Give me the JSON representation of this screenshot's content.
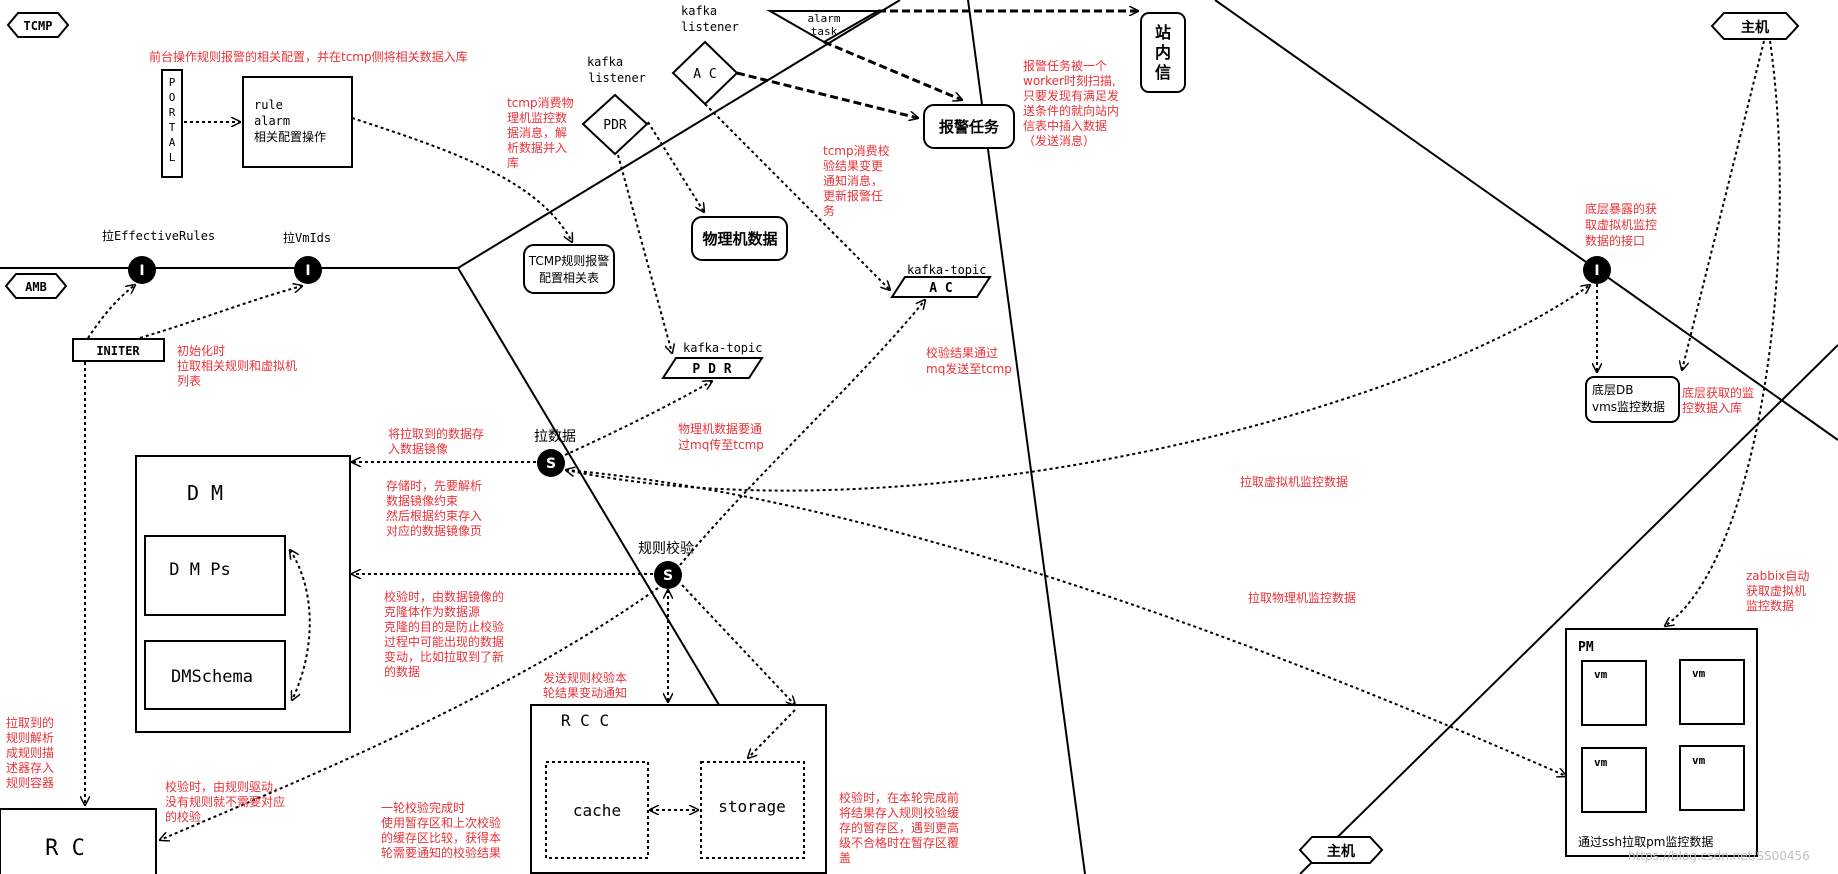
{
  "labels": {
    "tcmp": "TCMP",
    "amb": "AMB",
    "host_top": "主机",
    "host_bottom": "主机",
    "portal": "PORTAL",
    "rule_box": [
      "rule",
      "alarm",
      "相关配置操作"
    ],
    "kafka_listener_pdr": [
      "kafka",
      "listener"
    ],
    "kafka_listener_ac": [
      "kafka",
      "listener"
    ],
    "pdr": "PDR",
    "ac": "A C",
    "alarm_task": [
      "alarm",
      "task"
    ],
    "zhanneixin": [
      "站",
      "内",
      "信"
    ],
    "baojing_renwu": "报警任务",
    "wuliji_shuju": "物理机数据",
    "tcmp_rule_table": [
      "TCMP规则报警",
      "配置相关表"
    ],
    "la_effective_rules": "拉EffectiveRules",
    "la_vmids": "拉VmIds",
    "i_symbol": "I",
    "s_symbol": "S",
    "initer": "INITER",
    "kafka_topic_pdr_label": "kafka-topic",
    "kafka_topic_pdr": "P D R",
    "kafka_topic_ac_label": "kafka-topic",
    "kafka_topic_ac": "A C",
    "la_shuju": "拉数据",
    "guize_jiaoyan": "规则校验",
    "dm": "D M",
    "dmps": "D M Ps",
    "dmschema": "DMSchema",
    "rcc": "R C C",
    "cache": "cache",
    "storage": "storage",
    "rc": "R C",
    "pm": "PM",
    "vm": "vm",
    "dicengdb": [
      "底层DB",
      "vms监控数据"
    ]
  },
  "notes": {
    "portal_note": "前台操作规则报警的相关配置，并在tcmp侧将相关数据入库",
    "tcmp_consume_note": [
      "tcmp消费物",
      "理机监控数",
      "据消息，解",
      "析数据并入",
      "库"
    ],
    "alarm_task_note": [
      "报警任务被一个",
      "worker时刻扫描,",
      "只要发现有满足发",
      "送条件的就向站内",
      "信表中插入数据",
      "（发送消息）"
    ],
    "tcmp_verify_note": [
      "tcmp消费校",
      "验结果变更",
      "通知消息，",
      "更新报警任",
      "务"
    ],
    "initer_note": [
      "初始化时",
      "拉取相关规则和虚拟机",
      "列表"
    ],
    "pm_mq_note": [
      "物理机数据要通",
      "过mq传至tcmp"
    ],
    "verify_mq_note": [
      "校验结果通过",
      "mq发送至tcmp"
    ],
    "store_mirror_note": [
      "将拉取到的数据存",
      "入数据镜像"
    ],
    "storage_parse_note": [
      "存储时，先要解析",
      "数据镜像约束",
      "然后根据约束存入",
      "对应的数据镜像页"
    ],
    "verify_clone_note": [
      "校验时，由数据镜像的",
      "克隆体作为数据源",
      "克隆的目的是防止校验",
      "过程中可能出现的数据",
      "变动，比如拉取到了新",
      "的数据"
    ],
    "send_notify_note": [
      "发送规则校验本",
      "轮结果变动通知"
    ],
    "rule_driven_note": [
      "校验时，由规则驱动，",
      "没有规则就不需要对应",
      "的校验"
    ],
    "rc_note": [
      "拉取到的",
      "规则解析",
      "成规则描",
      "述器存入",
      "规则容器"
    ],
    "round_done_note": [
      "一轮校验完成时",
      "使用暂存区和上次校验",
      "的缓存区比较，获得本",
      "轮需要通知的校验结果"
    ],
    "temp_store_note": [
      "校验时，在本轮完成前",
      "将结果存入规则校验缓",
      "存的暂存区，遇到更高",
      "级不合格时在暂存区覆",
      "盖"
    ],
    "bottom_api_note": [
      "底层暴露的获",
      "取虚拟机监控",
      "数据的接口"
    ],
    "bottom_store_note": [
      "底层获取的监",
      "控数据入库"
    ],
    "pull_vm_note": "拉取虚拟机监控数据",
    "pull_pm_note": "拉取物理机监控数据",
    "zabbix_note": [
      "zabbix自动",
      "获取虚拟机",
      "监控数据"
    ],
    "ssh_note": "通过ssh拉取pm监控数据",
    "watermark": "https://blog.csdn.net/SS00456"
  }
}
